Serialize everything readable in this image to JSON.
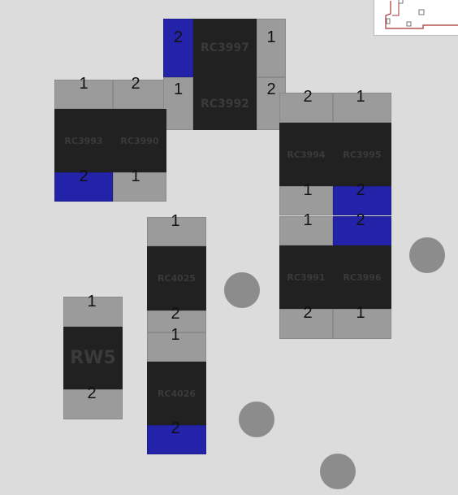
{
  "minimap": {
    "label": "board-overview"
  },
  "components": [
    {
      "ref": "RC3997",
      "pin_a": "2",
      "pin_b": "1"
    },
    {
      "ref": "RC3992",
      "pin_a": "1",
      "pin_b": "2"
    },
    {
      "ref": "RC3993",
      "pin_a": "1",
      "pin_b": "2"
    },
    {
      "ref": "RC3990",
      "pin_a": "2",
      "pin_b": "1"
    },
    {
      "ref": "RC3994",
      "pin_a": "2",
      "pin_b": "1"
    },
    {
      "ref": "RC3995",
      "pin_a": "1",
      "pin_b": "2"
    },
    {
      "ref": "RC3991",
      "pin_a": "1",
      "pin_b": "2"
    },
    {
      "ref": "RC3996",
      "pin_a": "2",
      "pin_b": "1"
    },
    {
      "ref": "RC4025",
      "pin_a": "1",
      "pin_b": "2"
    },
    {
      "ref": "RC4026",
      "pin_a": "1",
      "pin_b": "2"
    },
    {
      "ref": "RW5",
      "pin_a": "1",
      "pin_b": "2"
    }
  ],
  "colors": {
    "pad": "#9b9b9b",
    "pad_selected": "#2323aa",
    "body": "#212121",
    "via": "#8c8c8c",
    "background": "#dcdcdc"
  }
}
